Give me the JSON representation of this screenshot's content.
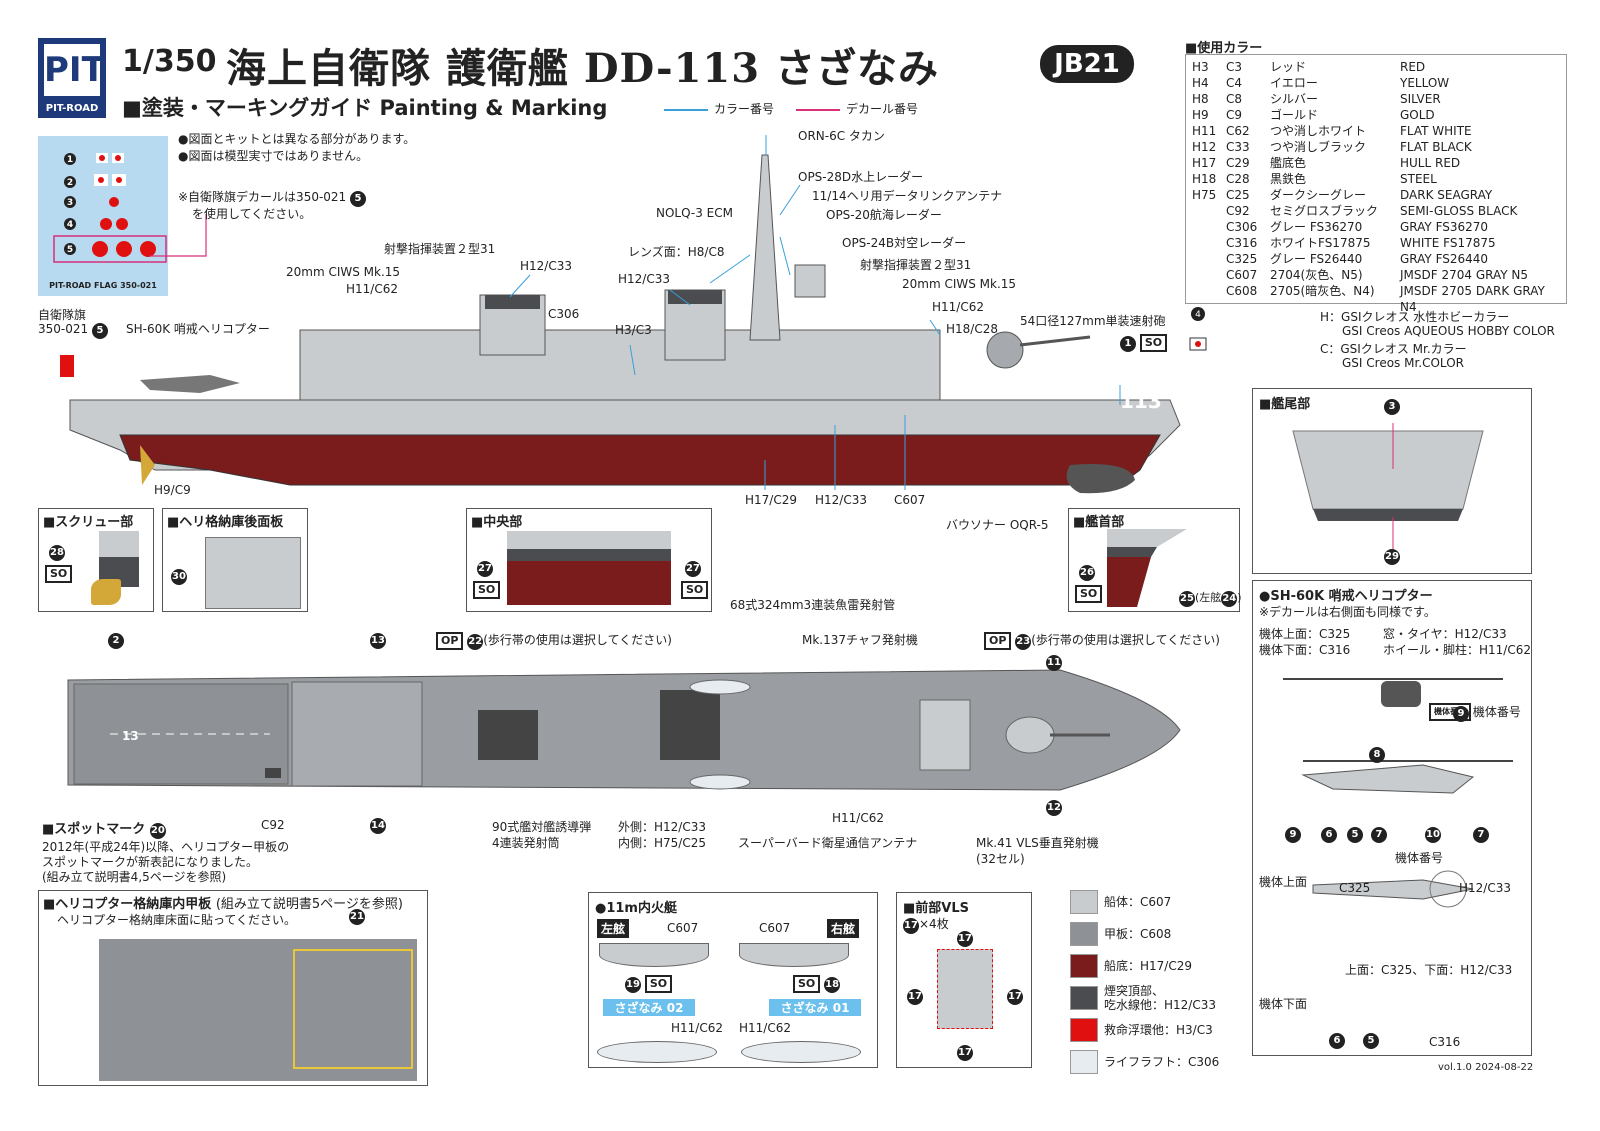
{
  "header": {
    "logo_text": "PIT-ROAD",
    "logo_mark": "PIT",
    "scale": "1/350",
    "title": "海上自衛隊 護衛艦 DD-113 さざなみ",
    "code": "JB21",
    "subtitle": "■塗装・マーキングガイド Painting & Marking",
    "legend_color": "カラー番号",
    "legend_decal": "デカール番号"
  },
  "colors": {
    "legend_color_line": "#39a0d8",
    "legend_decal_line": "#d8307a",
    "hull": "#c8cccf",
    "deck": "#8e9296",
    "bottom": "#7a1c1c",
    "dark": "#4a4c50",
    "red": "#e01010",
    "liferaft": "#e6ecf0"
  },
  "flag_decal": {
    "footer": "PIT-ROAD FLAG 350-021",
    "items": [
      "1",
      "2",
      "3",
      "4",
      "5"
    ]
  },
  "notes": {
    "line1": "●図面とキットとは異なる部分があります。",
    "line2": "●図面は模型実寸ではありません。",
    "line3": "※自衛隊旗デカールは350-021",
    "line3_num": "5",
    "line4": "を使用してください。"
  },
  "color_table": {
    "title": "■使用カラー",
    "rows": [
      [
        "H3",
        "C3",
        "レッド",
        "RED"
      ],
      [
        "H4",
        "C4",
        "イエロー",
        "YELLOW"
      ],
      [
        "H8",
        "C8",
        "シルバー",
        "SILVER"
      ],
      [
        "H9",
        "C9",
        "ゴールド",
        "GOLD"
      ],
      [
        "H11",
        "C62",
        "つや消しホワイト",
        "FLAT WHITE"
      ],
      [
        "H12",
        "C33",
        "つや消しブラック",
        "FLAT BLACK"
      ],
      [
        "H17",
        "C29",
        "艦底色",
        "HULL RED"
      ],
      [
        "H18",
        "C28",
        "黒鉄色",
        "STEEL"
      ],
      [
        "H75",
        "C25",
        "ダークシーグレー",
        "DARK SEAGRAY"
      ],
      [
        "",
        "C92",
        "セミグロスブラック",
        "SEMI-GLOSS BLACK"
      ],
      [
        "",
        "C306",
        "グレー FS36270",
        "GRAY FS36270"
      ],
      [
        "",
        "C316",
        "ホワイトFS17875",
        "WHITE FS17875"
      ],
      [
        "",
        "C325",
        "グレー FS26440",
        "GRAY FS26440"
      ],
      [
        "",
        "C607",
        "2704(灰色、N5)",
        "JMSDF 2704 GRAY N5"
      ],
      [
        "",
        "C608",
        "2705(暗灰色、N4)",
        "JMSDF 2705 DARK GRAY N4"
      ]
    ],
    "note_h1": "H：GSIクレオス 水性ホビーカラー",
    "note_h2": "GSI Creos AQUEOUS HOBBY COLOR",
    "note_c1": "C：GSIクレオス Mr.カラー",
    "note_c2": "GSI Creos Mr.COLOR"
  },
  "side_labels": {
    "orn": "ORN-6C タカン",
    "ops28d": "OPS-28D水上レーダー",
    "datalink": "11/14ヘリ用データリンクアンテナ",
    "nolq": "NOLQ-3 ECM",
    "ops20": "OPS-20航海レーダー",
    "fcs2_aft": "射撃指揮装置２型31",
    "lens": "レンズ面：H8/C8",
    "ops24b": "OPS-24B対空レーダー",
    "h12_stack1": "H12/C33",
    "h12_stack2": "H12/C33",
    "fcs2_fwd": "射撃指揮装置２型31",
    "ciws_aft": "20mm CIWS Mk.15",
    "ciws_fwd": "20mm CIWS Mk.15",
    "h11_aft": "H11/C62",
    "h11_fwd": "H11/C62",
    "h18": "H18/C28",
    "c306": "C306",
    "h3": "H3/C3",
    "gun": "54口径127mm単装速射砲",
    "flag": "自衛隊旗",
    "flag_code": "350-021",
    "flag_num": "5",
    "heli": "SH-60K 哨戒ヘリコプター",
    "hull_number": "113",
    "bow_num": "4",
    "num1": "1",
    "so": "SO",
    "h9": "H9/C9",
    "h17": "H17/C29",
    "h12_keel": "H12/C33",
    "c607": "C607",
    "sonar": "バウソナー OQR-5"
  },
  "insets": {
    "screw": {
      "title": "■スクリュー部",
      "num": "28",
      "so": "SO"
    },
    "hangar": {
      "title": "■ヘリ格納庫後面板",
      "num": "30"
    },
    "mid": {
      "title": "■中央部",
      "num_l": "27",
      "num_r": "27",
      "so": "SO"
    },
    "bow": {
      "title": "■艦首部",
      "num": "26",
      "num2": "25",
      "note": "(左舷",
      "note_num": "24",
      "note_end": ")",
      "so": "SO"
    },
    "stern": {
      "title": "■艦尾部",
      "num_top": "3",
      "num_bottom": "29"
    }
  },
  "top_labels": {
    "torpedo": "68式324mm3連装魚雷発射管",
    "chaff": "Mk.137チャフ発射機",
    "walk_l_num": "22",
    "walk_l": "(歩行帯の使用は選択してください)",
    "walk_r_num": "23",
    "walk_r": "(歩行帯の使用は選択してください)",
    "op": "OP",
    "n2": "2",
    "n13": "13",
    "n14": "14",
    "n11": "11",
    "n12": "12",
    "c92": "C92",
    "spot_title": "■スポットマーク",
    "spot_num": "20",
    "spot_note1": "2012年(平成24年)以降、ヘリコプター甲板の",
    "spot_note2": "スポットマークが新表記になりました。",
    "spot_note3": "(組み立て説明書4,5ページを参照)",
    "ssm": "90式艦対艦誘導弾",
    "ssm2": "4連装発射筒",
    "outer": "外側：H12/C33",
    "inner": "内側：H75/C25",
    "superbird": "スーパーバード衛星通信アンテナ",
    "h11c62": "H11/C62",
    "vls": "Mk.41 VLS垂直発射機",
    "vls2": "(32セル)",
    "deck_mark": "13"
  },
  "hangar_deck": {
    "title": "■ヘリコプター格納庫内甲板",
    "title_note": "(組み立て説明書5ページを参照)",
    "sub": "ヘリコプター格納庫床面に貼ってください。",
    "num": "21"
  },
  "boats": {
    "title": "●11m内火艇",
    "port": "左舷",
    "starboard": "右舷",
    "c607_l": "C607",
    "c607_r": "C607",
    "num_l": "19",
    "num_r": "18",
    "so": "SO",
    "name_l": "さざなみ 02",
    "name_r": "さざなみ 01",
    "h11_l": "H11/C62",
    "h11_r": "H11/C62"
  },
  "front_vls": {
    "title": "■前部VLS",
    "num": "17",
    "count": "×4枚"
  },
  "paint_key": [
    {
      "label": "船体：C607",
      "color": "#c8cccf"
    },
    {
      "label": "甲板：C608",
      "color": "#8e9296"
    },
    {
      "label": "船底：H17/C29",
      "color": "#7a1c1c"
    },
    {
      "label": "煙突頂部、",
      "label2": "吃水線他：H12/C33",
      "color": "#4a4c50"
    },
    {
      "label": "救命浮環他：H3/C3",
      "color": "#e01010"
    },
    {
      "label": "ライフラフト：C306",
      "color": "#e6ecf0"
    }
  ],
  "helicopter": {
    "title": "●SH-60K 哨戒ヘリコプター",
    "note": "※デカールは右側面も同様です。",
    "top": "機体上面：C325",
    "bottom": "機体下面：C316",
    "window": "窓・タイヤ：H12/C33",
    "wheel": "ホイール・脚柱：H11/C62",
    "num9": "9",
    "reg": "機体番号",
    "reg2": "機体番号",
    "n8": "8",
    "n9b": "9",
    "n6": "6",
    "n5": "5",
    "n7": "7",
    "n10": "10",
    "n7b": "7",
    "upper_title": "機体上面",
    "c325": "C325",
    "h12c33": "H12/C33",
    "upper_note": "上面：C325、下面：H12/C33",
    "lower_title": "機体下面",
    "c316": "C316",
    "n6b": "6",
    "n5b": "5"
  },
  "version": "vol.1.0 2024-08-22"
}
